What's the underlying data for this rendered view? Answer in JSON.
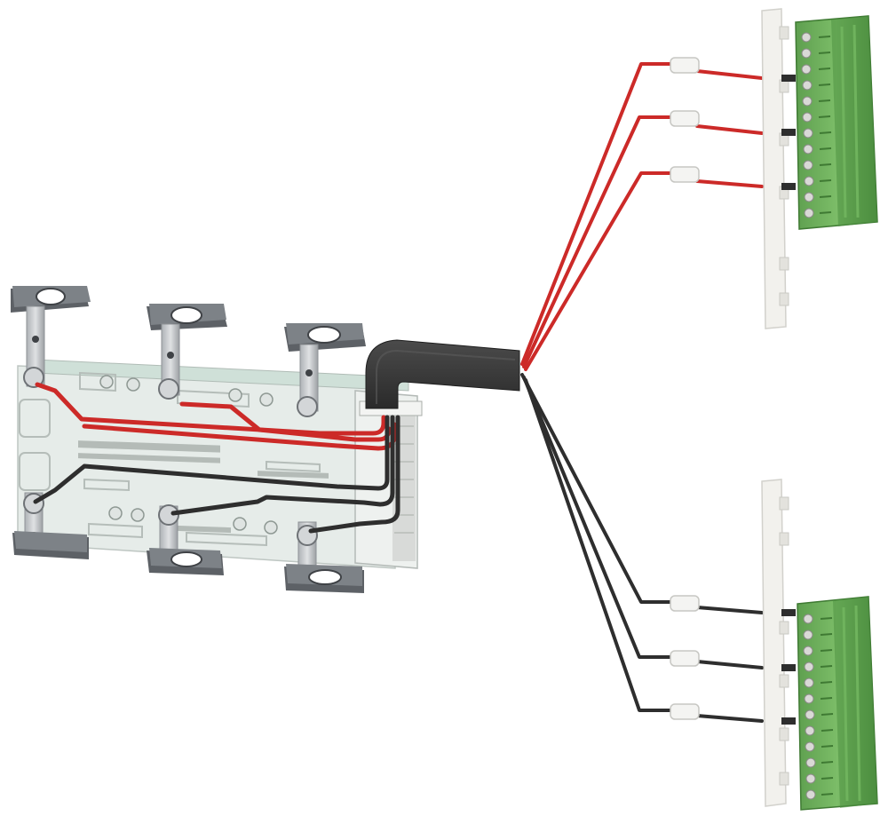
{
  "image": {
    "subject": "wiring-harness-with-terminal-blocks",
    "colors": {
      "background": "#ffffff",
      "red_wire": "#cc2a28",
      "black_wire": "#2e2e2e",
      "sheath": "#3a3a3a",
      "terminal_green": "#6cae5a",
      "terminal_green_dark": "#4a8a3d",
      "metal": "#c4c7ca",
      "metal_dark": "#8e9296",
      "rail": "#f2f1ed",
      "sleeve": "#f4f4f2",
      "board": "#e7ece9"
    },
    "counts": {
      "red_wires": 3,
      "black_wires": 3,
      "mounting_brackets": 6,
      "terminal_blocks": 2
    }
  }
}
